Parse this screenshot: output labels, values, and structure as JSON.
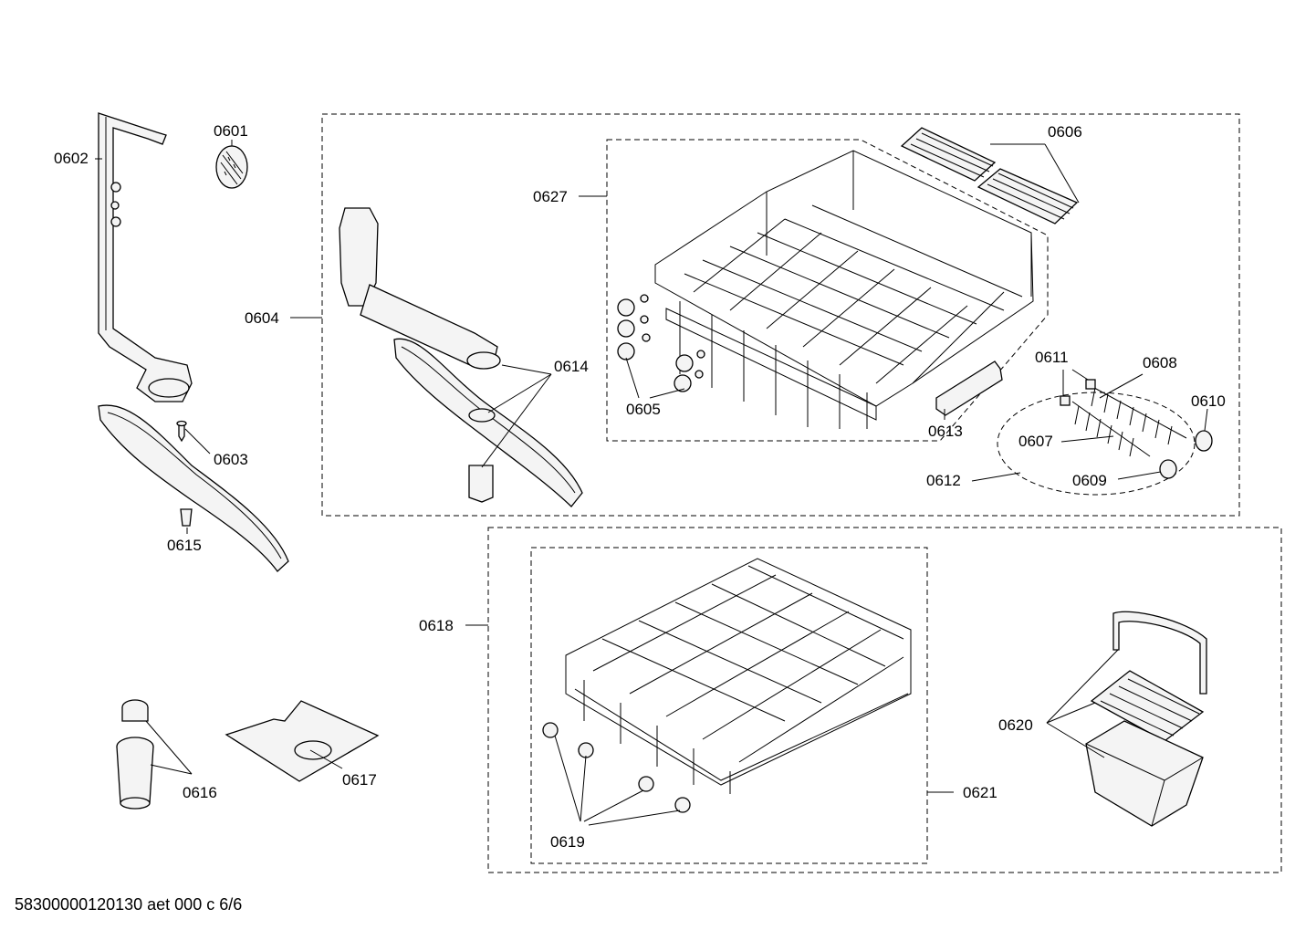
{
  "labels": {
    "p0601": "0601",
    "p0602": "0602",
    "p0603": "0603",
    "p0604": "0604",
    "p0605": "0605",
    "p0606": "0606",
    "p0607": "0607",
    "p0608": "0608",
    "p0609": "0609",
    "p0610": "0610",
    "p0611": "0611",
    "p0612": "0612",
    "p0613": "0613",
    "p0614": "0614",
    "p0615": "0615",
    "p0616": "0616",
    "p0617": "0617",
    "p0618": "0618",
    "p0619": "0619",
    "p0620": "0620",
    "p0621": "0621",
    "p0627": "0627"
  },
  "footer": {
    "code": "58300000120130 aet 000 c 6/6"
  }
}
